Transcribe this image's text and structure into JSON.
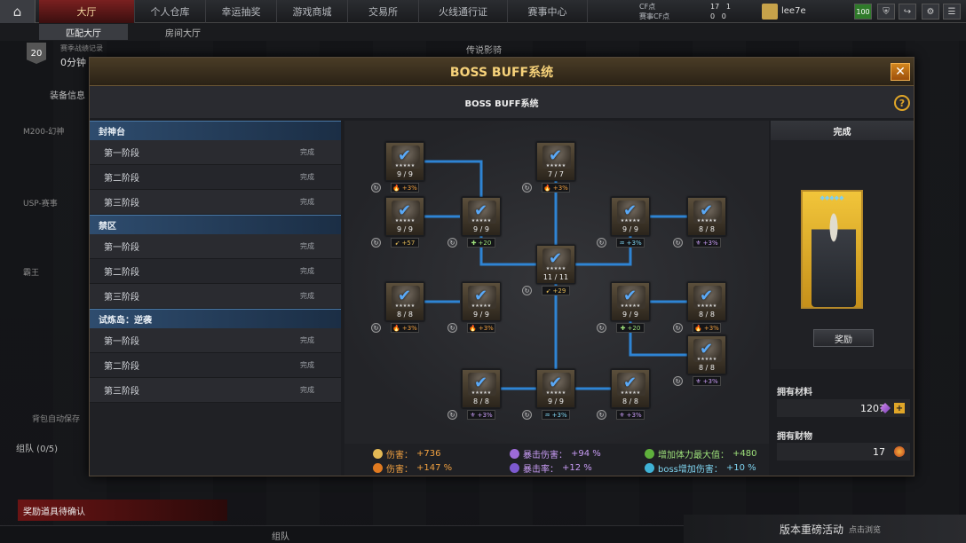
{
  "topnav": {
    "tabs": [
      "大厅",
      "个人仓库",
      "幸运抽奖",
      "游戏商城",
      "交易所",
      "火线通行证",
      "赛事中心"
    ],
    "cf_points_label": "CF点",
    "tournament_cf_label": "赛事CF点",
    "count_a": "17",
    "count_b": "0",
    "count_c": "1",
    "count_d": "0",
    "username": "lee7e",
    "level_badge": "100"
  },
  "subnav": {
    "tabs": [
      "匹配大厅",
      "房间大厅"
    ],
    "rank_number": "20",
    "record_text": "赛季战绩记录",
    "time_text": "0分钟",
    "legend_tab": "传说影骑",
    "equipment_label": "装备信息",
    "weapon_1": "M200-幻神",
    "weapon_2": "USP-赛事",
    "weapon_3": "霸王",
    "auto_save_text": "背包自动保存",
    "team_label": "组队 (0/5)",
    "reward_confirm": "奖励道具待确认",
    "bottom_team": "组队",
    "event_title": "版本重磅活动",
    "event_sub": "点击浏览"
  },
  "modal": {
    "title": "BOSS BUFF系统",
    "subtitle": "BOSS BUFF系统",
    "close_glyph": "✕",
    "help_glyph": "?"
  },
  "stages": [
    {
      "name": "封神台",
      "rows": [
        {
          "label": "第一阶段",
          "status": "完成"
        },
        {
          "label": "第二阶段",
          "status": "完成"
        },
        {
          "label": "第三阶段",
          "status": "完成"
        }
      ]
    },
    {
      "name": "禁区",
      "rows": [
        {
          "label": "第一阶段",
          "status": "完成"
        },
        {
          "label": "第二阶段",
          "status": "完成"
        },
        {
          "label": "第三阶段",
          "status": "完成"
        }
      ]
    },
    {
      "name": "试炼岛：逆袭",
      "rows": [
        {
          "label": "第一阶段",
          "status": "完成"
        },
        {
          "label": "第二阶段",
          "status": "完成"
        },
        {
          "label": "第三阶段",
          "status": "完成"
        }
      ]
    }
  ],
  "tree_nodes": [
    {
      "id": "n1",
      "count": "9 / 9",
      "bonus": "+3%",
      "color": "orange",
      "stars": "★★★★★"
    },
    {
      "id": "n2",
      "count": "7 / 7",
      "bonus": "+3%",
      "color": "orange",
      "stars": "★★★★★"
    },
    {
      "id": "n3",
      "count": "9 / 9",
      "bonus": "+57",
      "color": "yellow",
      "stars": "★★★★★"
    },
    {
      "id": "n4",
      "count": "9 / 9",
      "bonus": "+20",
      "color": "green",
      "stars": "★★★★★"
    },
    {
      "id": "n5",
      "count": "9 / 9",
      "bonus": "+3%",
      "color": "cyan",
      "stars": "★★★★★"
    },
    {
      "id": "n6",
      "count": "8 / 8",
      "bonus": "+3%",
      "color": "purple",
      "stars": "★★★★★"
    },
    {
      "id": "n7",
      "count": "11 / 11",
      "bonus": "+29",
      "color": "yellow",
      "stars": "★★★★★"
    },
    {
      "id": "n8",
      "count": "8 / 8",
      "bonus": "+3%",
      "color": "orange",
      "stars": "★★★★★"
    },
    {
      "id": "n9",
      "count": "9 / 9",
      "bonus": "+3%",
      "color": "orange",
      "stars": "★★★★★"
    },
    {
      "id": "n10",
      "count": "9 / 9",
      "bonus": "+20",
      "color": "green",
      "stars": "★★★★★"
    },
    {
      "id": "n11",
      "count": "8 / 8",
      "bonus": "+3%",
      "color": "orange",
      "stars": "★★★★★"
    },
    {
      "id": "n12",
      "count": "8 / 8",
      "bonus": "+3%",
      "color": "purple",
      "stars": "★★★★★"
    },
    {
      "id": "n13",
      "count": "8 / 8",
      "bonus": "+3%",
      "color": "purple",
      "stars": "★★★★★"
    },
    {
      "id": "n14",
      "count": "9 / 9",
      "bonus": "+3%",
      "color": "cyan",
      "stars": "★★★★★"
    },
    {
      "id": "n15",
      "count": "8 / 8",
      "bonus": "+3%",
      "color": "purple",
      "stars": "★★★★★"
    }
  ],
  "bonus_summary": [
    {
      "label": "伤害：",
      "value": "+736",
      "color": "#f0a040"
    },
    {
      "label": "伤害：",
      "value": "+147 %",
      "color": "#f0a040"
    },
    {
      "label": "暴击伤害：",
      "value": "+94 %",
      "color": "#c89cf5"
    },
    {
      "label": "暴击率：",
      "value": "+12 %",
      "color": "#c89cf5"
    },
    {
      "label": "增加体力最大值：",
      "value": "+480",
      "color": "#9de07a"
    },
    {
      "label": "boss增加伤害：",
      "value": "+10 %",
      "color": "#7fd4f0"
    }
  ],
  "right_panel": {
    "title": "完成",
    "card_stars": "◆◆◆◆◆",
    "reward_button": "奖励",
    "materials_label": "拥有材料",
    "materials_value": "1207",
    "assets_label": "拥有财物",
    "assets_value": "17",
    "plus_glyph": "+"
  },
  "colors": {
    "link_blue": "#2f8ee6",
    "accent_gold": "#f7d27a",
    "accent_red": "#7a2020"
  }
}
